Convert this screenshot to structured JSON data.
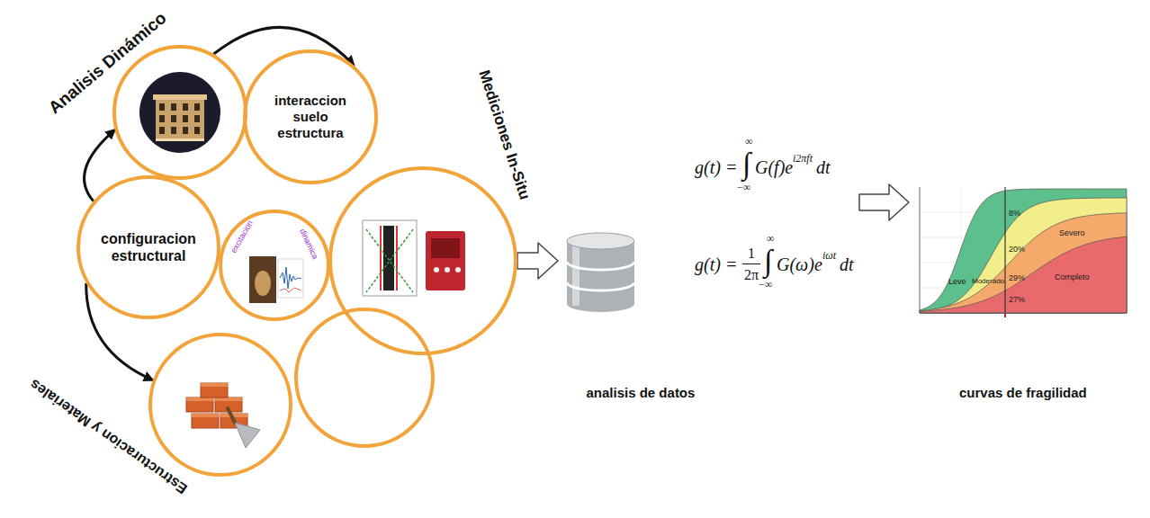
{
  "diagram": {
    "nodes": [
      {
        "text": [
          "Analisis Dinámico"
        ]
      },
      {
        "text": [
          "interaccion suelo estructura"
        ]
      },
      {
        "text": [
          "Mediciones In-Situ"
        ]
      },
      {
        "text": [
          "configuracion estructural"
        ]
      },
      {
        "text": [
          "excitacion",
          "dinamica"
        ]
      },
      {
        "text": [
          "Estructuracion y Materiales"
        ]
      },
      {
        "text": [
          "analisis de datos"
        ]
      },
      {
        "text": [
          "curvas de fragilidad"
        ]
      }
    ],
    "edges": [
      {
        "from": 0,
        "to": 1,
        "arrow": "to"
      },
      {
        "from": 3,
        "to": 0,
        "arrow": "to"
      },
      {
        "from": 3,
        "to": 5,
        "arrow": "to"
      },
      {
        "from": 2,
        "to": 6,
        "arrow": "to"
      },
      {
        "from": 6,
        "to": 7,
        "arrow": "to"
      }
    ],
    "labels": [
      "g(t) =",
      "∫",
      "∞",
      "−∞",
      "G(f)e",
      "i2πft",
      "dt",
      "g(t) =",
      "1",
      "2π",
      "∫",
      "∞",
      "−∞",
      "G(ω)e",
      "iωt",
      "dt",
      "Leve",
      "Moderado",
      "Severo",
      "Completo",
      "8%",
      "20%",
      "29%",
      "27%"
    ]
  }
}
